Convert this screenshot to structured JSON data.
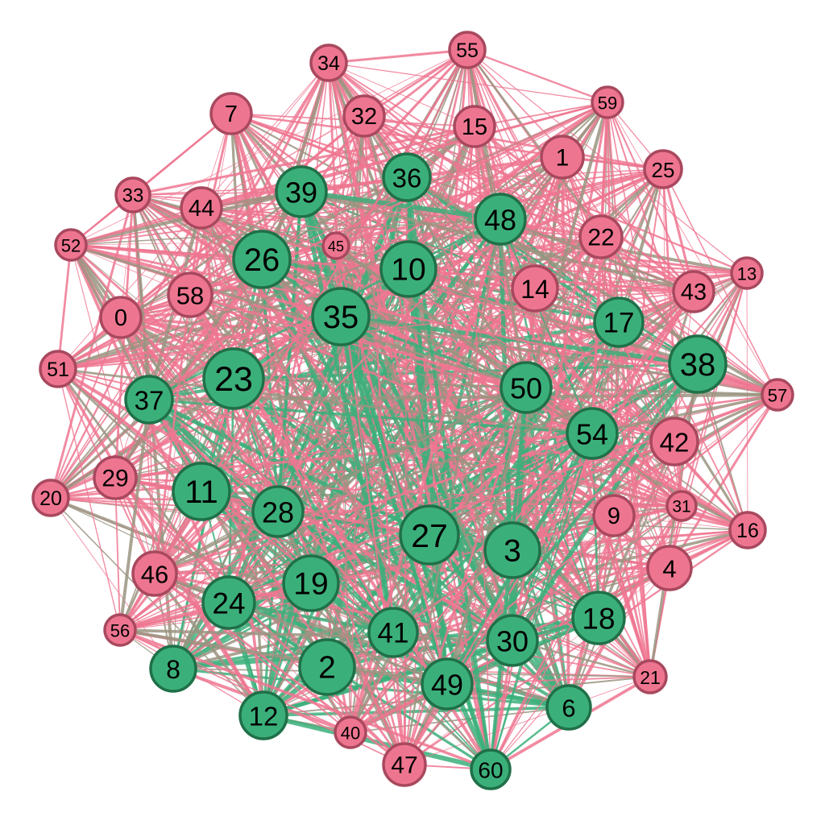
{
  "colors": {
    "pink_fill": "#EE7590",
    "pink_stroke": "#A8485E",
    "green_fill": "#3BAF7A",
    "green_stroke": "#1F7048",
    "edge_pink": "#EE7590",
    "edge_green": "#3BAF7A",
    "edge_gray": "#9A9480"
  },
  "nodes": [
    {
      "id": "0",
      "group": "pink"
    },
    {
      "id": "1",
      "group": "pink"
    },
    {
      "id": "2",
      "group": "green"
    },
    {
      "id": "3",
      "group": "green"
    },
    {
      "id": "4",
      "group": "pink"
    },
    {
      "id": "6",
      "group": "green"
    },
    {
      "id": "7",
      "group": "pink"
    },
    {
      "id": "8",
      "group": "green"
    },
    {
      "id": "9",
      "group": "pink"
    },
    {
      "id": "10",
      "group": "green"
    },
    {
      "id": "11",
      "group": "green"
    },
    {
      "id": "12",
      "group": "green"
    },
    {
      "id": "13",
      "group": "pink"
    },
    {
      "id": "14",
      "group": "pink"
    },
    {
      "id": "15",
      "group": "pink"
    },
    {
      "id": "16",
      "group": "pink"
    },
    {
      "id": "17",
      "group": "green"
    },
    {
      "id": "18",
      "group": "green"
    },
    {
      "id": "19",
      "group": "green"
    },
    {
      "id": "20",
      "group": "pink"
    },
    {
      "id": "21",
      "group": "pink"
    },
    {
      "id": "22",
      "group": "pink"
    },
    {
      "id": "23",
      "group": "green"
    },
    {
      "id": "24",
      "group": "green"
    },
    {
      "id": "25",
      "group": "pink"
    },
    {
      "id": "26",
      "group": "green"
    },
    {
      "id": "27",
      "group": "green"
    },
    {
      "id": "28",
      "group": "green"
    },
    {
      "id": "29",
      "group": "pink"
    },
    {
      "id": "30",
      "group": "green"
    },
    {
      "id": "31",
      "group": "pink"
    },
    {
      "id": "32",
      "group": "pink"
    },
    {
      "id": "33",
      "group": "pink"
    },
    {
      "id": "34",
      "group": "pink"
    },
    {
      "id": "35",
      "group": "green"
    },
    {
      "id": "36",
      "group": "green"
    },
    {
      "id": "37",
      "group": "green"
    },
    {
      "id": "38",
      "group": "green"
    },
    {
      "id": "39",
      "group": "green"
    },
    {
      "id": "40",
      "group": "pink"
    },
    {
      "id": "41",
      "group": "green"
    },
    {
      "id": "42",
      "group": "pink"
    },
    {
      "id": "43",
      "group": "pink"
    },
    {
      "id": "44",
      "group": "pink"
    },
    {
      "id": "45",
      "group": "pink"
    },
    {
      "id": "46",
      "group": "pink"
    },
    {
      "id": "47",
      "group": "pink"
    },
    {
      "id": "48",
      "group": "green"
    },
    {
      "id": "49",
      "group": "green"
    },
    {
      "id": "50",
      "group": "green"
    },
    {
      "id": "51",
      "group": "pink"
    },
    {
      "id": "52",
      "group": "pink"
    },
    {
      "id": "54",
      "group": "green"
    },
    {
      "id": "55",
      "group": "pink"
    },
    {
      "id": "56",
      "group": "pink"
    },
    {
      "id": "57",
      "group": "pink"
    },
    {
      "id": "58",
      "group": "pink"
    },
    {
      "id": "59",
      "group": "pink"
    },
    {
      "id": "60",
      "group": "green"
    }
  ]
}
